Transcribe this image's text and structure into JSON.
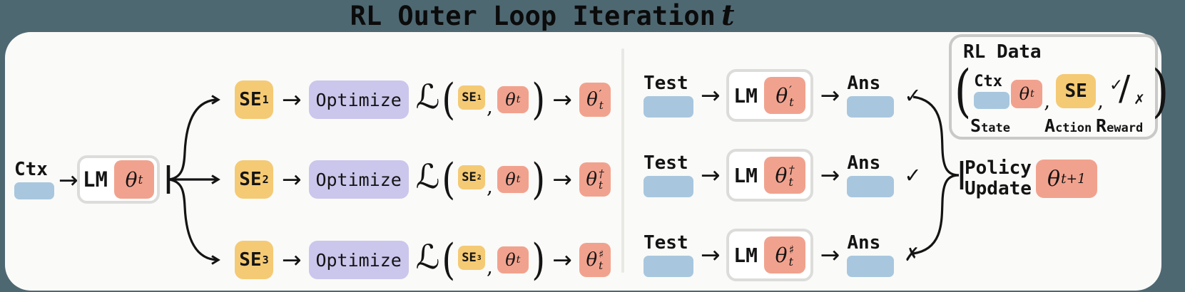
{
  "title": {
    "main": "RL Outer Loop Iteration",
    "var": "t"
  },
  "icons": {
    "arrow_right": "→",
    "check_mark": "✓",
    "cross_mark": "✗",
    "slash": "∕"
  },
  "colors": {
    "background": "#4e6872",
    "panel": "#fafaf8",
    "context_blue": "#a8c7de",
    "theta_salmon": "#f1a28e",
    "se_yellow": "#f5ca74",
    "optimize_lavender": "#cbc6ec"
  },
  "left": {
    "ctx_label": "Ctx",
    "lm_label": "LM",
    "theta": "θ",
    "theta_sub": "t",
    "rows": [
      {
        "se": "SE",
        "idx": "1",
        "optimize": "Optimize",
        "loss": "ℒ",
        "open": "(",
        "se_inner": "SE",
        "idx_inner": "1",
        "comma": ",",
        "theta": "θ",
        "theta_sub": "t",
        "close": ")",
        "theta_out": "θ",
        "sup": "′",
        "sub": "t"
      },
      {
        "se": "SE",
        "idx": "2",
        "optimize": "Optimize",
        "loss": "ℒ",
        "open": "(",
        "se_inner": "SE",
        "idx_inner": "2",
        "comma": ",",
        "theta": "θ",
        "theta_sub": "t",
        "close": ")",
        "theta_out": "θ",
        "sup": "†",
        "sub": "t"
      },
      {
        "se": "SE",
        "idx": "3",
        "optimize": "Optimize",
        "loss": "ℒ",
        "open": "(",
        "se_inner": "SE",
        "idx_inner": "3",
        "comma": ",",
        "theta": "θ",
        "theta_sub": "t",
        "close": ")",
        "theta_out": "θ",
        "sup": "♯",
        "sub": "t"
      }
    ]
  },
  "middle": {
    "rows": [
      {
        "test": "Test",
        "lm": "LM",
        "theta": "θ",
        "sup": "′",
        "sub": "t",
        "ans": "Ans",
        "mark": "✓"
      },
      {
        "test": "Test",
        "lm": "LM",
        "theta": "θ",
        "sup": "†",
        "sub": "t",
        "ans": "Ans",
        "mark": "✓"
      },
      {
        "test": "Test",
        "lm": "LM",
        "theta": "θ",
        "sup": "♯",
        "sub": "t",
        "ans": "Ans",
        "mark": "✗"
      }
    ]
  },
  "rl_data": {
    "title": "RL Data",
    "open": "(",
    "close": ")",
    "ctx_label": "Ctx",
    "theta": "θ",
    "theta_sub": "t",
    "comma1": ",",
    "comma2": ",",
    "se_label": "SE",
    "check": "✓",
    "slash": "∕",
    "cross": "✗",
    "state_initial": "S",
    "state_rest": "tate",
    "action_initial": "A",
    "action_rest": "ction",
    "reward_initial": "R",
    "reward_rest": "eward"
  },
  "policy": {
    "label_line1": "Policy",
    "label_line2": "Update",
    "theta": "θ",
    "theta_sub": "t+1"
  }
}
